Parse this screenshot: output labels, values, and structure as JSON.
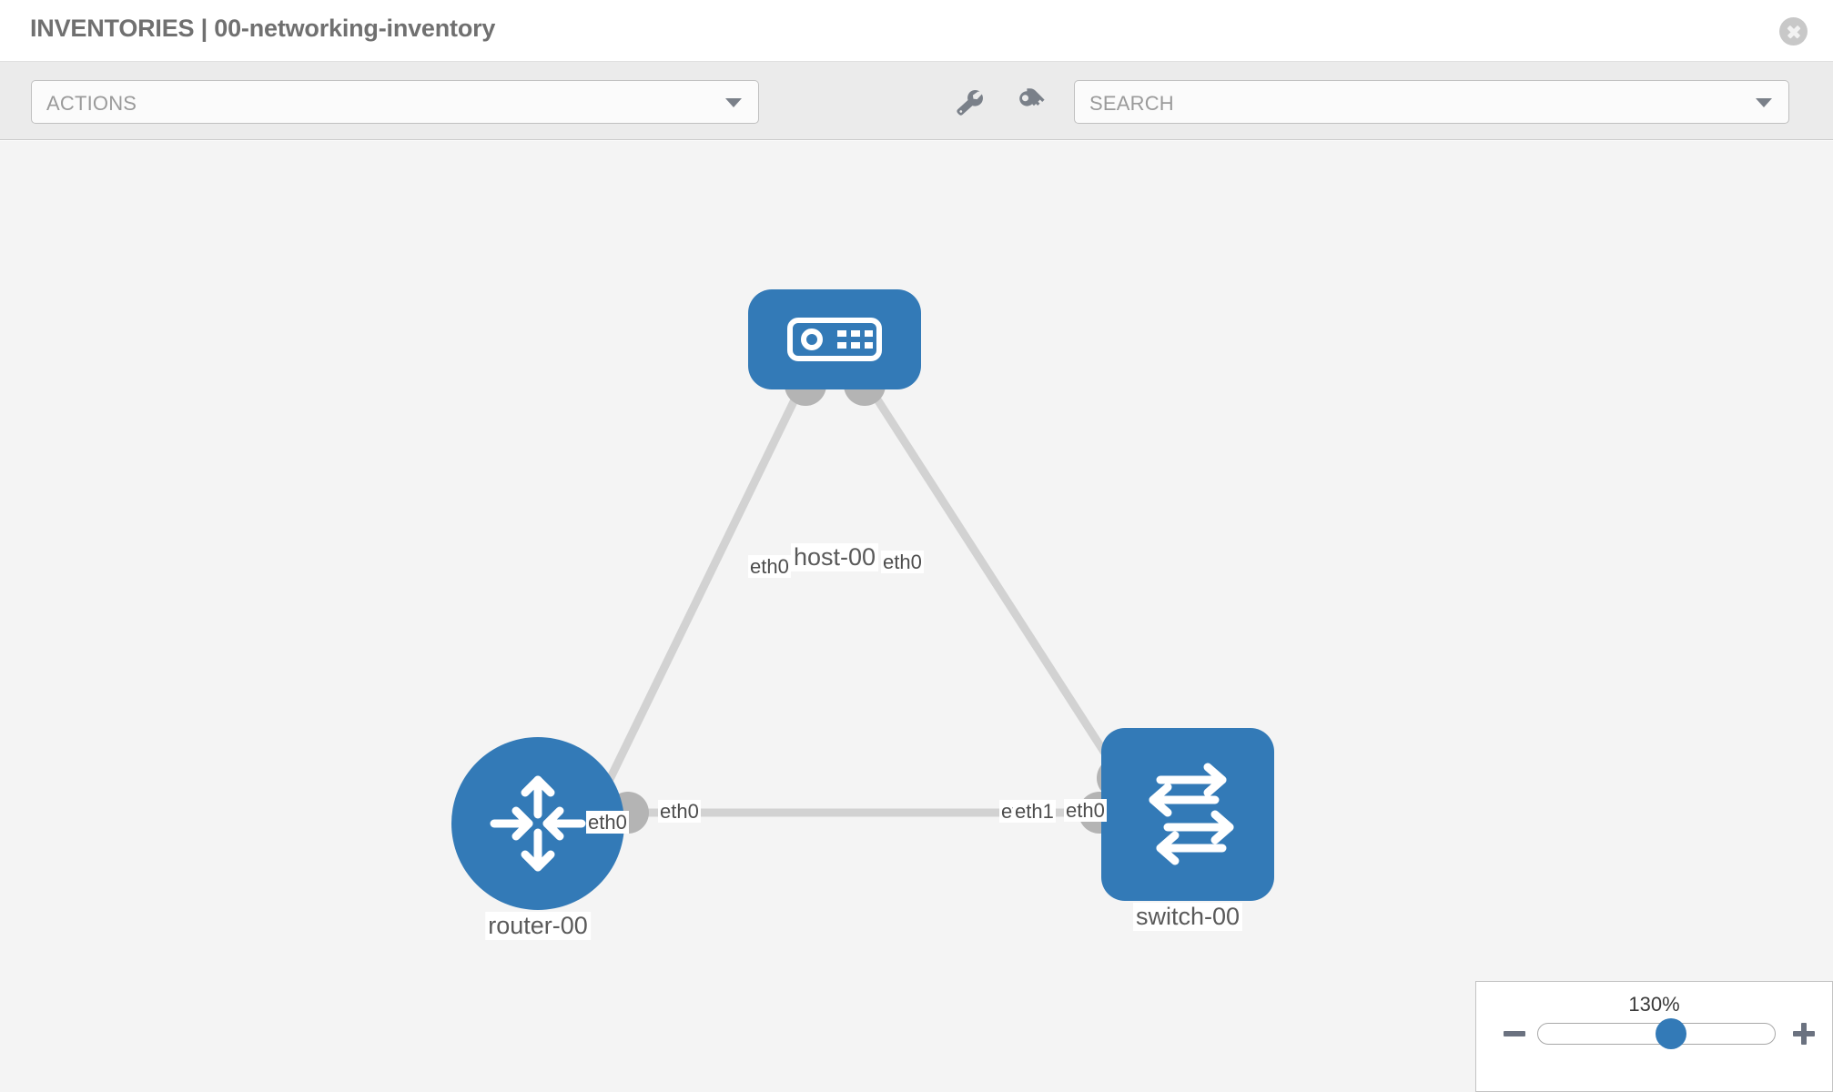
{
  "header": {
    "title": "INVENTORIES | 00-networking-inventory",
    "close_icon": "close-circle-icon"
  },
  "toolbar": {
    "actions": {
      "label": "ACTIONS",
      "caret_icon": "chevron-down-icon"
    },
    "tools": [
      {
        "name": "wrench-icon",
        "title": "wrench"
      },
      {
        "name": "key-icon",
        "title": "key"
      }
    ],
    "search": {
      "placeholder": "SEARCH",
      "value": "SEARCH",
      "caret_icon": "chevron-down-icon"
    }
  },
  "topology": {
    "nodes": [
      {
        "id": "host-00",
        "label": "host-00",
        "icon": "server-appliance-icon",
        "shape": "rounded-rect",
        "color": "#337ab7"
      },
      {
        "id": "router-00",
        "label": "router-00",
        "icon": "router-arrows-icon",
        "shape": "circle",
        "color": "#337ab7"
      },
      {
        "id": "switch-00",
        "label": "switch-00",
        "icon": "switch-arrows-icon",
        "shape": "rounded-rect",
        "color": "#337ab7"
      }
    ],
    "edges": [
      {
        "from": "host-00",
        "to": "router-00",
        "from_label": "eth0",
        "to_label": "eth0"
      },
      {
        "from": "host-00",
        "to": "switch-00",
        "from_label": "eth0",
        "to_label": "eth0"
      },
      {
        "from": "router-00",
        "to": "switch-00",
        "from_label": "eth0",
        "to_label": "eth1"
      }
    ],
    "edge_labels": {
      "host_left": "eth0",
      "host_right": "eth0",
      "router_up": "eth0",
      "switch_up": "eth0",
      "router_right": "eth0",
      "switch_left_a": "eth0",
      "switch_left_b": "eth1"
    },
    "link_color": "#d2d2d2",
    "connector_color": "#b4b4b4"
  },
  "zoom": {
    "value": "130%",
    "minus_label": "zoom-out",
    "plus_label": "zoom-in",
    "slider_position_pct": 49
  }
}
